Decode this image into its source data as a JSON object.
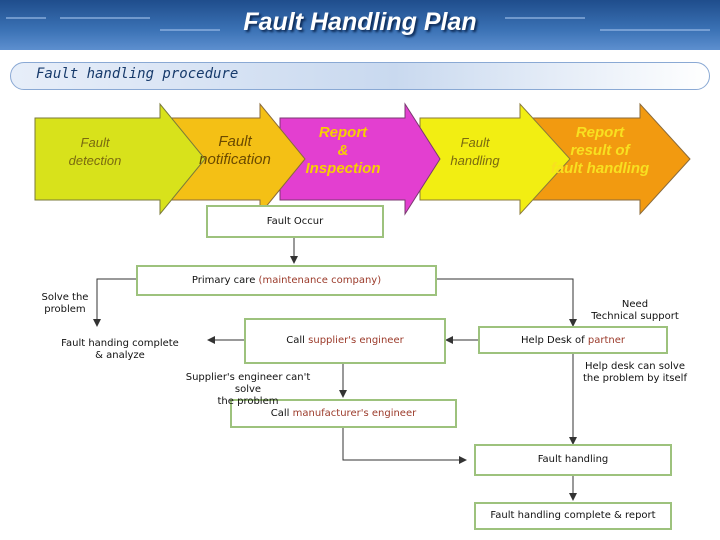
{
  "page": {
    "title": "Fault Handling Plan",
    "subtitle": "Fault handling procedure"
  },
  "colors": {
    "header": "#2f63a8",
    "stage1": "#d8e21b",
    "stage2": "#f4c015",
    "stage3": "#e33fd0",
    "stage4": "#f2ee12",
    "stage5": "#f29a10",
    "box_border": "#9dc27d",
    "highlight_text": "#9b3a2a"
  },
  "stages": [
    {
      "line1": "Fault",
      "line2": "detection",
      "line3": ""
    },
    {
      "line1": "Fault",
      "line2": "notification",
      "line3": ""
    },
    {
      "line1": "Report",
      "line2": "&",
      "line3": "Inspection"
    },
    {
      "line1": "Fault",
      "line2": "handling",
      "line3": ""
    },
    {
      "line1": "Report",
      "line2": "result of",
      "line3": "fault handling"
    }
  ],
  "flow": {
    "fault_occur": "Fault Occur",
    "primary_care": "Primary care",
    "primary_care_note": "(maintenance company)",
    "solve_problem_1": "Solve the",
    "solve_problem_2": "problem",
    "need_support_1": "Need",
    "need_support_2": "Technical support",
    "complete_analyze_1": "Fault handing complete",
    "complete_analyze_2": "& analyze",
    "call_supplier_prefix": "Call",
    "call_supplier_hl": "supplier's engineer",
    "help_desk_prefix": "Help Desk of",
    "help_desk_hl": "partner",
    "supplier_cant_1": "Supplier's engineer can't solve",
    "supplier_cant_2": "the problem",
    "help_desk_solve_1": "Help desk can solve",
    "help_desk_solve_2": "the problem by itself",
    "call_manufacturer_prefix": "Call",
    "call_manufacturer_hl": "manufacturer's engineer",
    "fault_handling": "Fault handling",
    "complete_report": "Fault handling complete & report"
  }
}
